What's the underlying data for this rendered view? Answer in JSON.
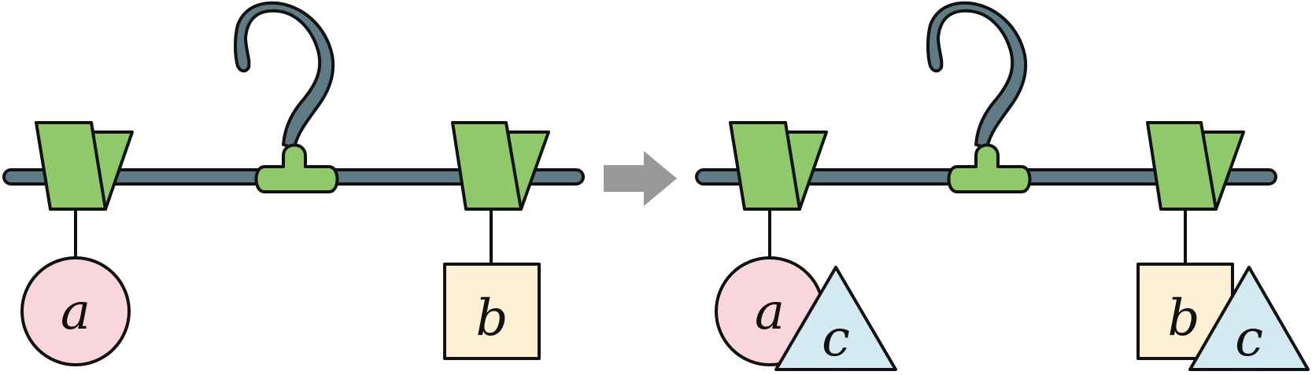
{
  "colors": {
    "rail": "#5f7b85",
    "hook": "#5f7b85",
    "clip": "#8fc96a",
    "outline": "#111111",
    "circle_fill": "#f9d6dc",
    "square_fill": "#fdf0d5",
    "triangle_fill": "#d3eaf3",
    "arrow": "#999999"
  },
  "left_panel": {
    "circle_label": "a",
    "square_label": "b"
  },
  "right_panel": {
    "circle_label": "a",
    "circle_tag_label": "c",
    "square_label": "b",
    "square_tag_label": "c"
  },
  "icons": {
    "transition": "arrow-right-icon",
    "hanger": "hook-icon"
  }
}
